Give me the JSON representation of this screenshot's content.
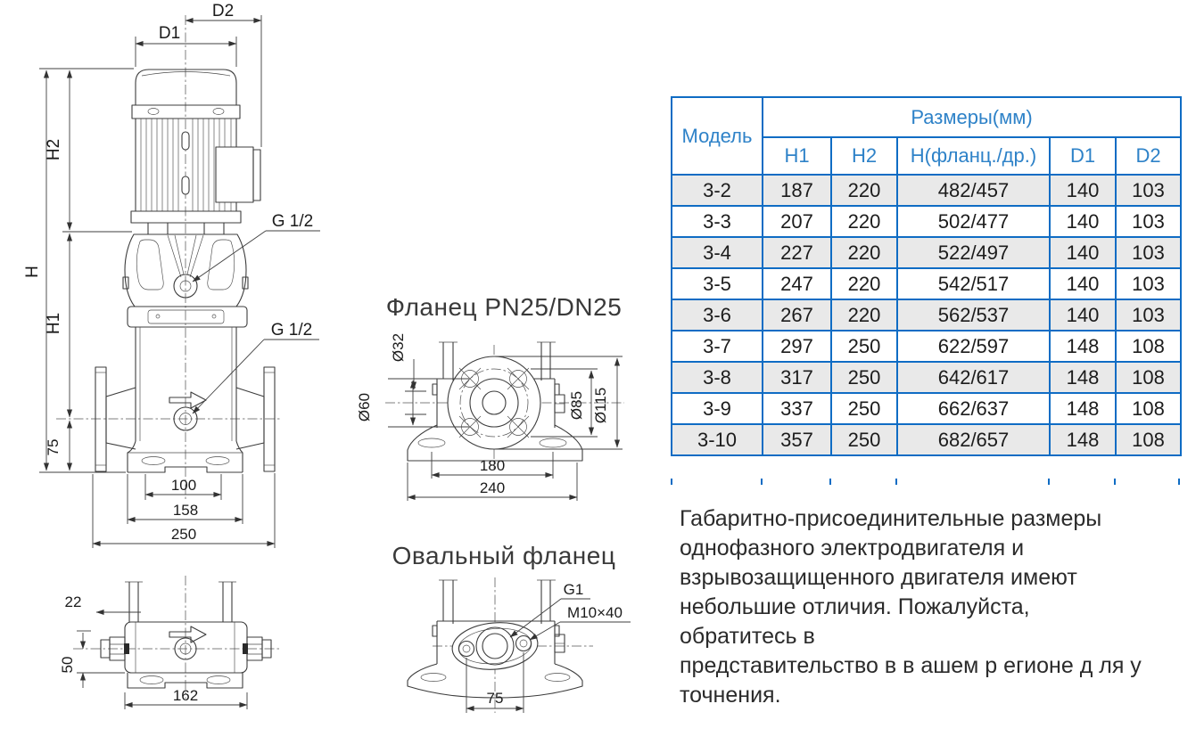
{
  "accent": {
    "table_border": "#0f6cc4",
    "table_header_text": "#2e82c8",
    "row_shade": "#e9e9e9",
    "drawing_line": "#3c3c3c"
  },
  "main_view": {
    "d1": "D1",
    "d2": "D2",
    "h": "H",
    "h2": "H2",
    "h1": "H1",
    "v75": "75",
    "v100": "100",
    "v158": "158",
    "v250": "250",
    "g12_upper": "G 1/2",
    "g12_lower": "G 1/2"
  },
  "bottom_view": {
    "v22": "22",
    "v50": "50",
    "v162": "162"
  },
  "flange_view": {
    "title": "Фланец PN25/DN25",
    "d32": "Ø32",
    "d60": "Ø60",
    "d85": "Ø85",
    "d115": "Ø115",
    "v180": "180",
    "v240": "240"
  },
  "oval_view": {
    "title": "Овальный фланец",
    "g1": "G1",
    "m10": "M10×40",
    "v75": "75"
  },
  "table": {
    "model_header": "Модель",
    "sizes_header": "Размеры(мм)",
    "columns": [
      "H1",
      "H2",
      "Н(фланц./др.)",
      "D1",
      "D2"
    ],
    "rows": [
      {
        "model": "3-2",
        "h1": "187",
        "h2": "220",
        "h": "482/457",
        "d1": "140",
        "d2": "103"
      },
      {
        "model": "3-3",
        "h1": "207",
        "h2": "220",
        "h": "502/477",
        "d1": "140",
        "d2": "103"
      },
      {
        "model": "3-4",
        "h1": "227",
        "h2": "220",
        "h": "522/497",
        "d1": "140",
        "d2": "103"
      },
      {
        "model": "3-5",
        "h1": "247",
        "h2": "220",
        "h": "542/517",
        "d1": "140",
        "d2": "103"
      },
      {
        "model": "3-6",
        "h1": "267",
        "h2": "220",
        "h": "562/537",
        "d1": "140",
        "d2": "103"
      },
      {
        "model": "3-7",
        "h1": "297",
        "h2": "250",
        "h": "622/597",
        "d1": "148",
        "d2": "108"
      },
      {
        "model": "3-8",
        "h1": "317",
        "h2": "250",
        "h": "642/617",
        "d1": "148",
        "d2": "108"
      },
      {
        "model": "3-9",
        "h1": "337",
        "h2": "250",
        "h": "662/637",
        "d1": "148",
        "d2": "108"
      },
      {
        "model": "3-10",
        "h1": "357",
        "h2": "250",
        "h": "682/657",
        "d1": "148",
        "d2": "108"
      }
    ]
  },
  "note": {
    "text": "Габаритно-присоединительные  размеры\nоднофазного  электродвигателя  и\nвзрывозащищенного  двигателя  имеют\nнебольшие  отличия.  Пожалуйста,\nобратитесь  в\nпредставительство в  в ашем р егионе д ля у\nточнения."
  }
}
